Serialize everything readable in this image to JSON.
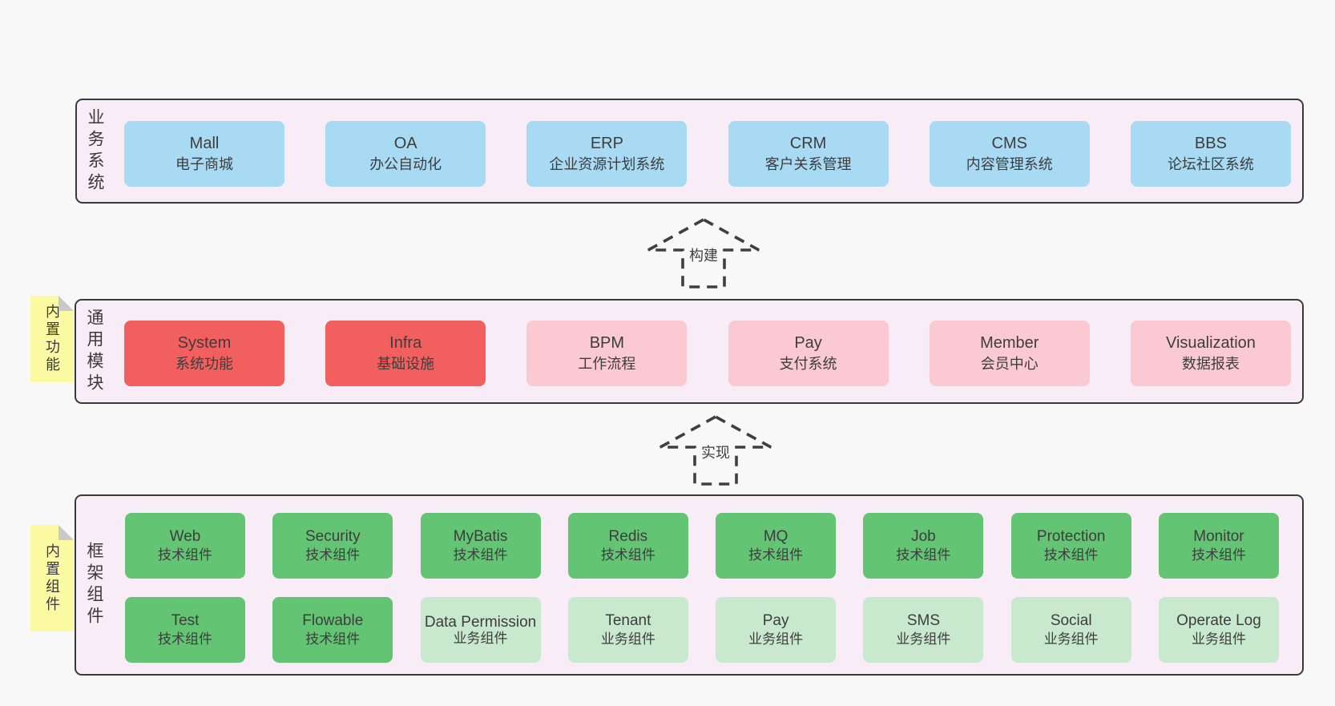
{
  "colors": {
    "page-bg": "#f8f8f8",
    "panel-bg": "#f8edf6",
    "panel-border": "#3a3a3a",
    "blue": "#a9daf3",
    "red": "#f15f5f",
    "pink": "#fbc9d2",
    "green": "#63c474",
    "green-light": "#c8e9cd",
    "yellow": "#fbf9a2",
    "fold": "#c9c9c9",
    "text": "#3d3d3d",
    "line": "#3f3f3f"
  },
  "arrows": {
    "build": "构建",
    "implement": "实现"
  },
  "sections": {
    "business": {
      "label": "业务系统",
      "items": [
        {
          "en": "Mall",
          "zh": "电子商城",
          "variant": "blue"
        },
        {
          "en": "OA",
          "zh": "办公自动化",
          "variant": "blue"
        },
        {
          "en": "ERP",
          "zh": "企业资源计划系统",
          "variant": "blue"
        },
        {
          "en": "CRM",
          "zh": "客户关系管理",
          "variant": "blue"
        },
        {
          "en": "CMS",
          "zh": "内容管理系统",
          "variant": "blue"
        },
        {
          "en": "BBS",
          "zh": "论坛社区系统",
          "variant": "blue"
        }
      ]
    },
    "modules": {
      "label": "通用模块",
      "tag": "内置功能",
      "items": [
        {
          "en": "System",
          "zh": "系统功能",
          "variant": "red"
        },
        {
          "en": "Infra",
          "zh": "基础设施",
          "variant": "red"
        },
        {
          "en": "BPM",
          "zh": "工作流程",
          "variant": "pink"
        },
        {
          "en": "Pay",
          "zh": "支付系统",
          "variant": "pink"
        },
        {
          "en": "Member",
          "zh": "会员中心",
          "variant": "pink"
        },
        {
          "en": "Visualization",
          "zh": "数据报表",
          "variant": "pink"
        }
      ]
    },
    "components": {
      "label": "框架组件",
      "tag": "内置组件",
      "row1": [
        {
          "en": "Web",
          "zh": "技术组件",
          "variant": "green"
        },
        {
          "en": "Security",
          "zh": "技术组件",
          "variant": "green"
        },
        {
          "en": "MyBatis",
          "zh": "技术组件",
          "variant": "green"
        },
        {
          "en": "Redis",
          "zh": "技术组件",
          "variant": "green"
        },
        {
          "en": "MQ",
          "zh": "技术组件",
          "variant": "green"
        },
        {
          "en": "Job",
          "zh": "技术组件",
          "variant": "green"
        },
        {
          "en": "Protection",
          "zh": "技术组件",
          "variant": "green"
        },
        {
          "en": "Monitor",
          "zh": "技术组件",
          "variant": "green"
        }
      ],
      "row2": [
        {
          "en": "Test",
          "zh": "技术组件",
          "variant": "green"
        },
        {
          "en": "Flowable",
          "zh": "技术组件",
          "variant": "green"
        },
        {
          "en": "Data Permission",
          "zh": "业务组件",
          "variant": "green-light"
        },
        {
          "en": "Tenant",
          "zh": "业务组件",
          "variant": "green-light"
        },
        {
          "en": "Pay",
          "zh": "业务组件",
          "variant": "green-light"
        },
        {
          "en": "SMS",
          "zh": "业务组件",
          "variant": "green-light"
        },
        {
          "en": "Social",
          "zh": "业务组件",
          "variant": "green-light"
        },
        {
          "en": "Operate Log",
          "zh": "业务组件",
          "variant": "green-light"
        }
      ]
    }
  }
}
